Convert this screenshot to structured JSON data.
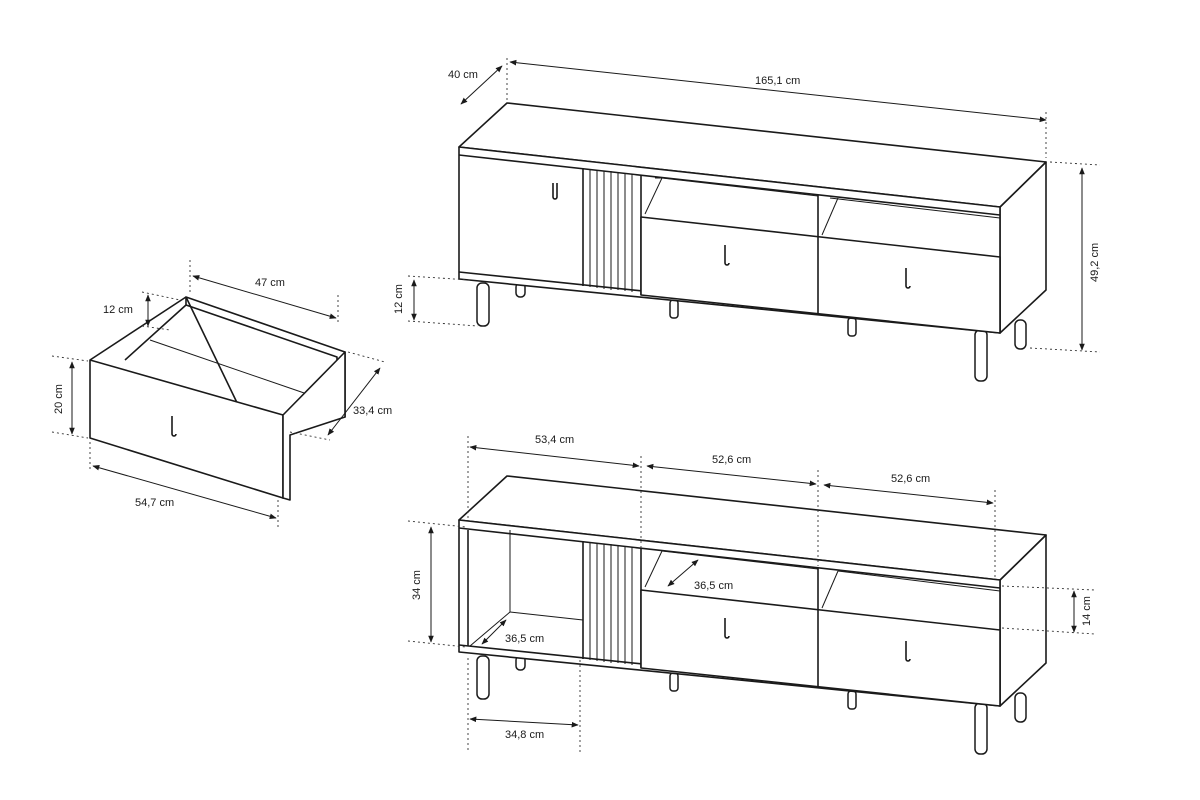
{
  "dimensions": {
    "top_view": {
      "depth": "40 cm",
      "width": "165,1 cm",
      "height": "49,2 cm",
      "leg_height": "12 cm"
    },
    "drawer": {
      "inner_width": "47 cm",
      "inner_height": "12 cm",
      "front_height": "20 cm",
      "depth": "33,4 cm",
      "front_width": "54,7 cm"
    },
    "bottom_view": {
      "section_left": "53,4 cm",
      "section_middle": "52,6 cm",
      "section_right": "52,6 cm",
      "left_compartment_height": "34 cm",
      "shelf_depth_middle": "36,5 cm",
      "shelf_depth_left": "36,5 cm",
      "open_shelf_height": "14 cm",
      "left_compartment_width": "34,8 cm"
    }
  }
}
